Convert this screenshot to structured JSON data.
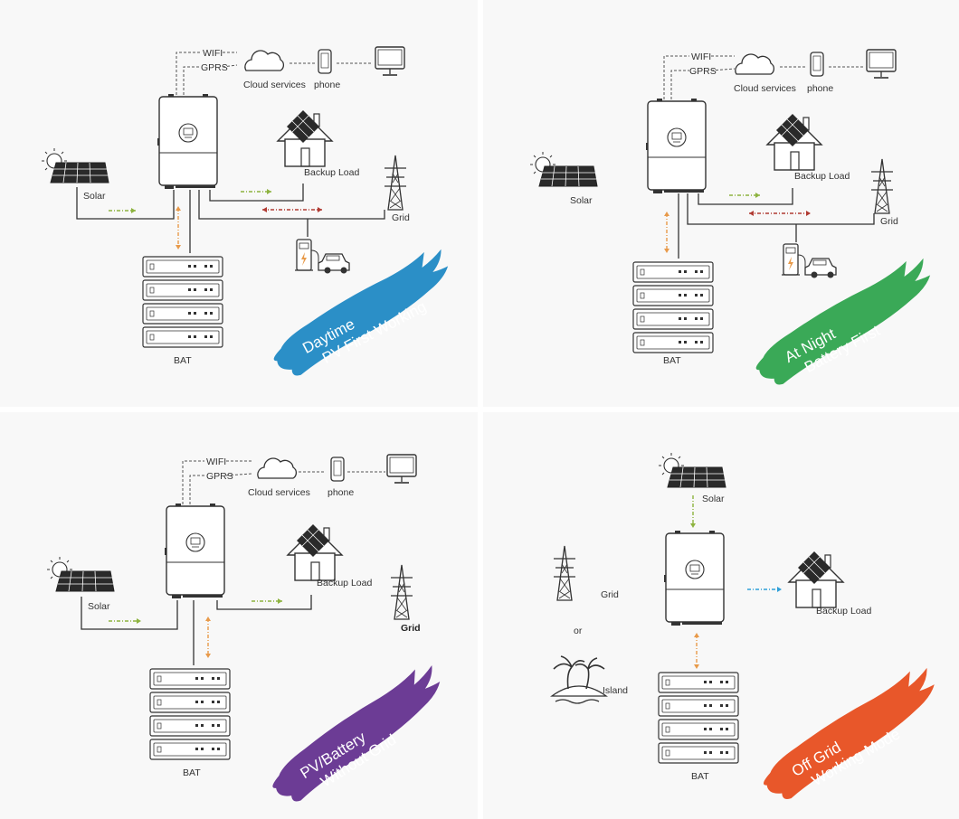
{
  "colors": {
    "pv_flow": "#8db33f",
    "battery_flow": "#e89a4a",
    "grid_flow": "#b03a32",
    "offgrid_load_flow": "#2f9fd8",
    "panel1_brush": "#2b8fc7",
    "panel2_brush": "#3aa957",
    "panel3_brush": "#6c3c95",
    "panel4_brush": "#e8572a"
  },
  "labels": {
    "wifi": "WIFI",
    "gprs": "GPRS",
    "cloud": "Cloud services",
    "phone": "phone",
    "solar": "Solar",
    "backup": "Backup Load",
    "grid": "Grid",
    "bat": "BAT",
    "or": "or",
    "island": "Island"
  },
  "panels": [
    {
      "mode_line1": "Daytime",
      "mode_line2": "PV First Working"
    },
    {
      "mode_line1": "At Night",
      "mode_line2": "Battery First"
    },
    {
      "mode_line1": "PV/Battery",
      "mode_line2": "Without Grid"
    },
    {
      "mode_line1": "Off Grid",
      "mode_line2": "Working Mode"
    }
  ]
}
